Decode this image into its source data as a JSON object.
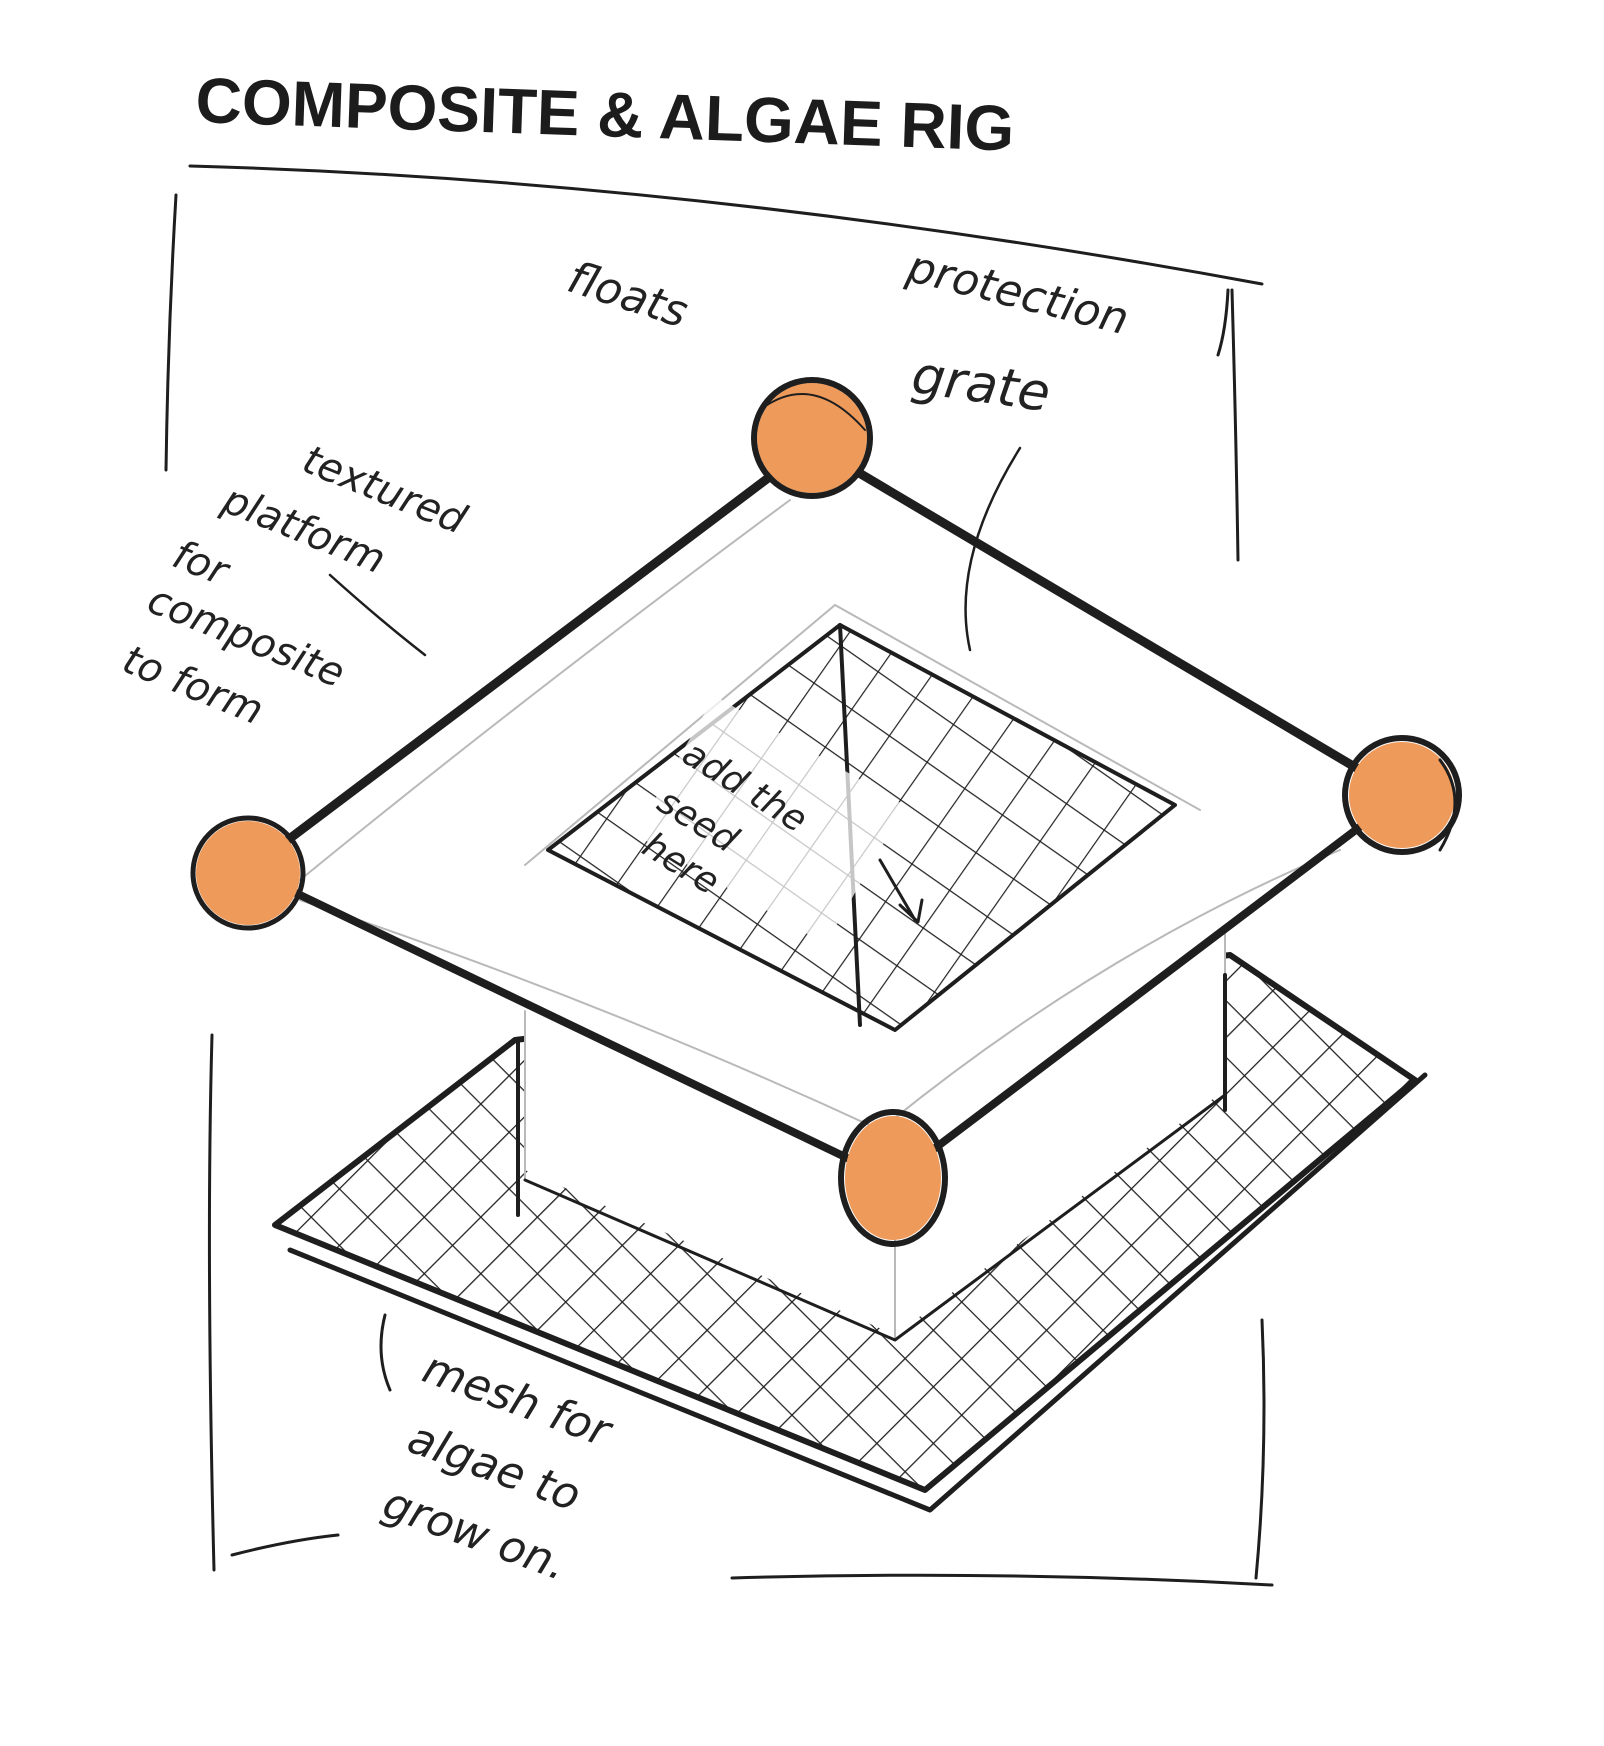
{
  "title": "COMPOSITE & ALGAE RIG",
  "labels": {
    "floats": "floats",
    "protection_grate": [
      "protection",
      "grate"
    ],
    "textured_platform": [
      "textured",
      "platform",
      "for",
      "composite",
      "to form"
    ],
    "additive_seed": [
      "add the",
      "seed",
      "here"
    ],
    "mesh": [
      "mesh for",
      "algae to",
      "grow on."
    ]
  },
  "icons": {
    "float": "orange-float-ball",
    "grate": "crosshatch-grate",
    "mesh": "crosshatch-mesh"
  },
  "colors": {
    "float_fill": "#EE9A5A",
    "ink": "#1e1e1e",
    "pencil": "#b9b9b9",
    "background": "#ffffff"
  }
}
